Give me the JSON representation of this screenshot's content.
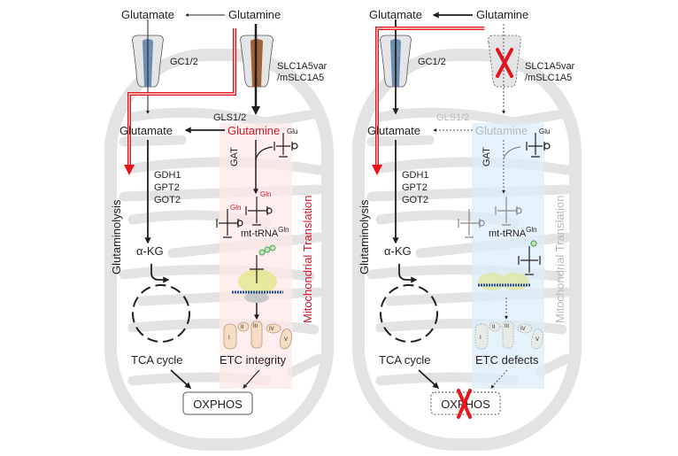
{
  "panels": [
    {
      "id": "normal",
      "top_glutamate": "Glutamate",
      "top_glutamine": "Glutamine",
      "carrier_gc": "GC1/2",
      "carrier_slc_line1": "SLC1A5var",
      "carrier_slc_line2": "/mSLC1A5",
      "gls": "GLS1/2",
      "mito_glutamate": "Glutamate",
      "mito_glutamine": "Glutamine",
      "enzymes": [
        "GDH1",
        "GPT2",
        "GOT2"
      ],
      "akg": "α-KG",
      "gat": "GAT",
      "glu_tag": "Glu",
      "gln_tag": "Gln",
      "trna_label": "mt-tRNA",
      "trna_sup": "Gln",
      "tca": "TCA cycle",
      "etc": "ETC integrity",
      "complexes": [
        "I",
        "II",
        "III",
        "IV",
        "V"
      ],
      "oxphos": "OXPHOS",
      "pathway_left": "Glutaminolysis",
      "pathway_right": "Mitochondrial Translation",
      "slc_blocked": false,
      "oxphos_blocked": false
    },
    {
      "id": "knockout",
      "top_glutamate": "Glutamate",
      "top_glutamine": "Glutamine",
      "carrier_gc": "GC1/2",
      "carrier_slc_line1": "SLC1A5var",
      "carrier_slc_line2": "/mSLC1A5",
      "gls": "GLS1/2",
      "mito_glutamate": "Glutamate",
      "mito_glutamine": "Glutamine",
      "enzymes": [
        "GDH1",
        "GPT2",
        "GOT2"
      ],
      "akg": "α-KG",
      "gat": "GAT",
      "glu_tag": "Glu",
      "trna_label": "mt-tRNA",
      "trna_sup": "Gln",
      "tca": "TCA cycle",
      "etc": "ETC defects",
      "complexes": [
        "I",
        "II",
        "III",
        "IV",
        "V"
      ],
      "oxphos": "OXPHOS",
      "pathway_left": "Glutaminolysis",
      "pathway_right": "Mitochondrial Translation",
      "slc_blocked": true,
      "oxphos_blocked": true
    }
  ],
  "colors": {
    "red_path": "#e8141c",
    "gc_carrier": "#6d8db3",
    "slc_carrier": "#a0623a",
    "translation_highlight_normal": "#fde8e8",
    "translation_highlight_knockout": "#deeefa",
    "membrane": "#e3e3e3",
    "red_text": "#d7182a",
    "faded_text": "#b7b9bb"
  }
}
